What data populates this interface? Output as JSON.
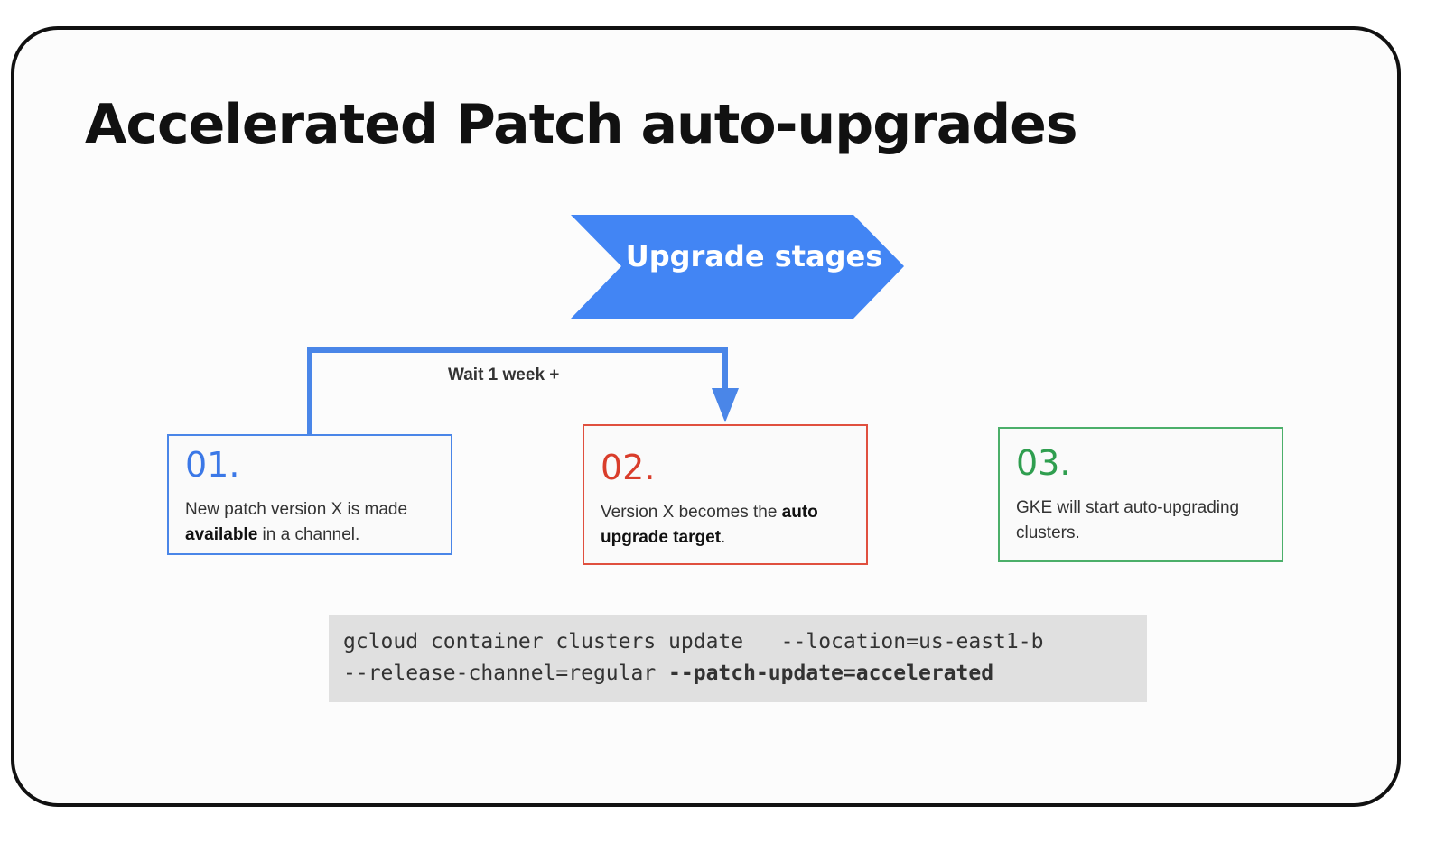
{
  "slide": {
    "title": "Accelerated Patch auto-upgrades"
  },
  "banner": {
    "label": "Upgrade stages",
    "color": "#4285f4"
  },
  "connector": {
    "label": "Wait 1 week +",
    "color": "#4a86e8"
  },
  "stages": [
    {
      "number": "01.",
      "text_before": "New patch version X is made ",
      "text_bold": "available",
      "text_after": " in a channel.",
      "color": "#3b78e7"
    },
    {
      "number": "02.",
      "text_before": "Version X becomes the ",
      "text_bold": "auto upgrade target",
      "text_after": ".",
      "color": "#d93d2b"
    },
    {
      "number": "03.",
      "text_before": "GKE will start auto-upgrading clusters.",
      "text_bold": "",
      "text_after": "",
      "color": "#2f9e4f"
    }
  ],
  "command": {
    "line1": "gcloud container clusters update   --location=us-east1-b",
    "line2_plain": "--release-channel=regular ",
    "line2_bold": "--patch-update=accelerated"
  }
}
